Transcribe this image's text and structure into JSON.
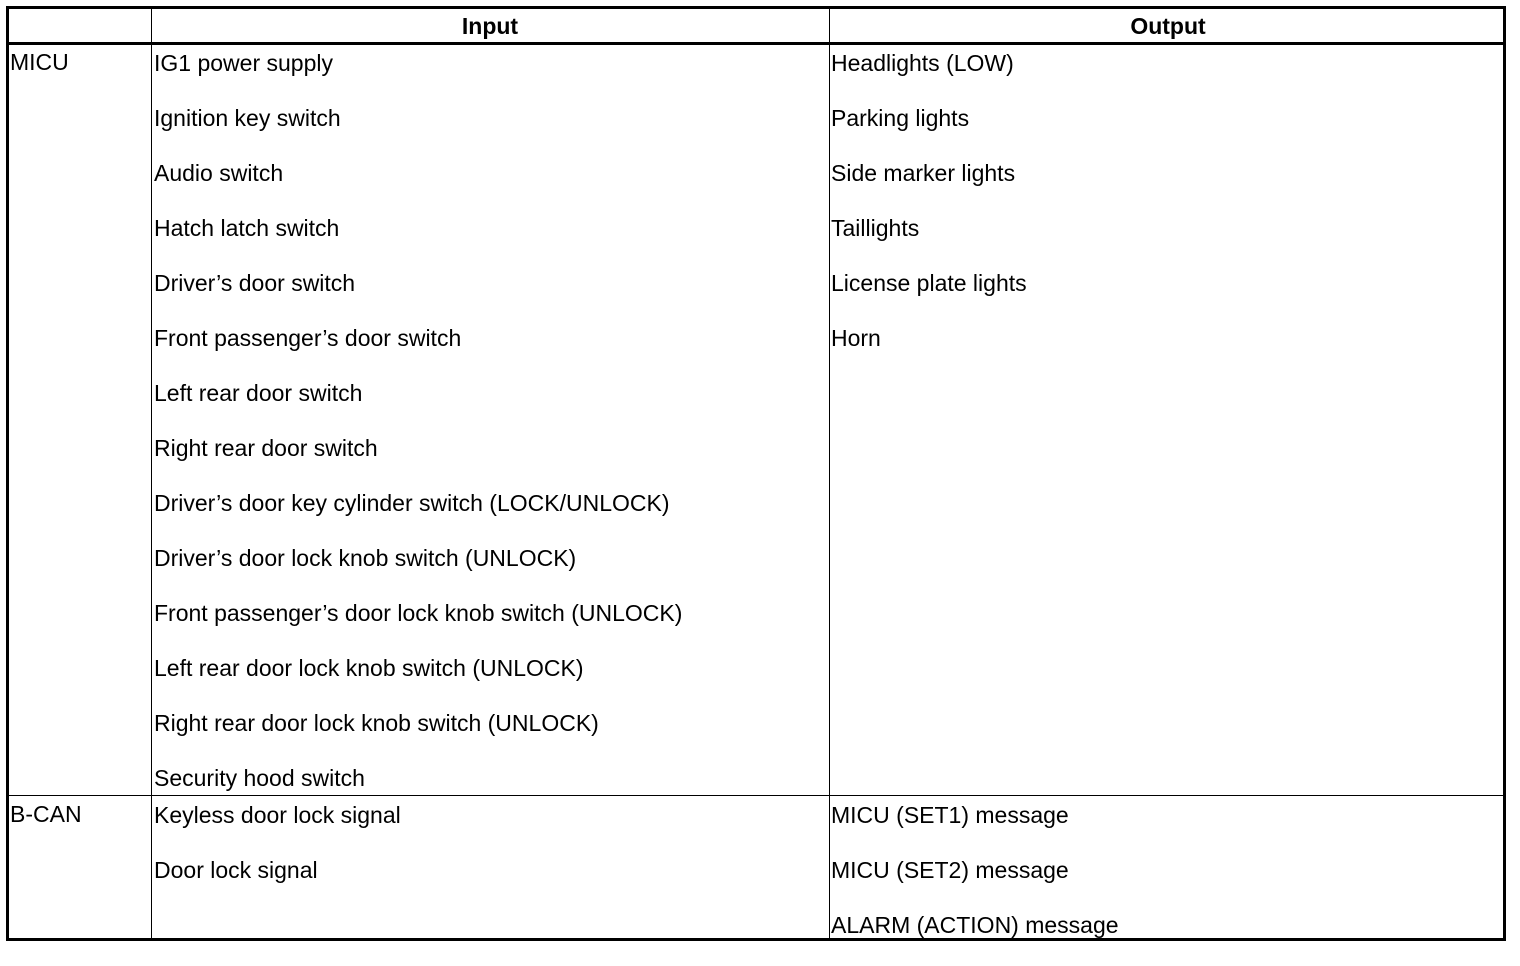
{
  "headers": {
    "blank": "",
    "input": "Input",
    "output": "Output"
  },
  "sections": [
    {
      "name": "MICU",
      "inputs": [
        "IG1 power supply",
        "Ignition key switch",
        "Audio switch",
        "Hatch latch switch",
        "Driver’s door switch",
        "Front passenger’s door switch",
        "Left rear door switch",
        "Right rear door switch",
        "Driver’s door key cylinder switch (LOCK/UNLOCK)",
        "Driver’s door lock knob switch (UNLOCK)",
        "Front passenger’s door lock knob switch (UNLOCK)",
        "Left rear door lock knob switch (UNLOCK)",
        "Right rear door lock knob switch (UNLOCK)",
        "Security hood switch"
      ],
      "outputs": [
        "Headlights (LOW)",
        "Parking lights",
        "Side marker lights",
        "Taillights",
        "License plate lights",
        "Horn"
      ]
    },
    {
      "name": "B-CAN",
      "inputs": [
        "Keyless door lock signal",
        "Door lock signal"
      ],
      "outputs": [
        "MICU (SET1) message",
        "MICU (SET2) message",
        "ALARM (ACTION) message"
      ]
    }
  ]
}
